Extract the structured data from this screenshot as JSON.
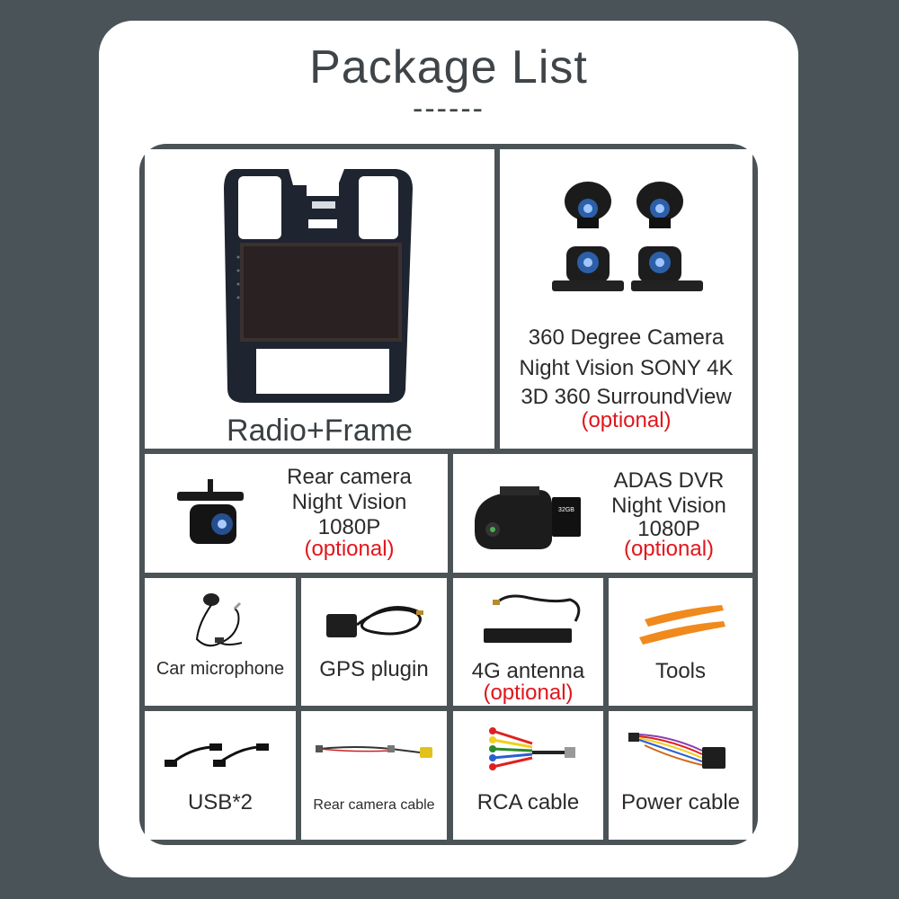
{
  "title": "Package List",
  "title_underline": "------",
  "items": {
    "radio": {
      "label": "Radio+Frame"
    },
    "camera360": {
      "line1": "360 Degree Camera",
      "line2": "Night Vision SONY 4K",
      "line3": "3D 360 SurroundView",
      "optional": "(optional)"
    },
    "rear_camera": {
      "line1": "Rear camera",
      "line2": "Night Vision",
      "line3": "1080P",
      "optional": "(optional)"
    },
    "adas_dvr": {
      "line1": "ADAS DVR",
      "line2": "Night Vision",
      "line3": "1080P",
      "optional": "(optional)",
      "sd_label": "32GB"
    },
    "microphone": {
      "label": "Car microphone"
    },
    "gps": {
      "label": "GPS plugin"
    },
    "antenna": {
      "label": "4G antenna",
      "optional": "(optional)"
    },
    "tools": {
      "label": "Tools"
    },
    "usb": {
      "label": "USB*2"
    },
    "rear_cable": {
      "label": "Rear camera cable"
    },
    "rca": {
      "label": "RCA cable"
    },
    "power": {
      "label": "Power cable"
    }
  },
  "colors": {
    "background": "#4a5358",
    "card": "#ffffff",
    "grid_frame": "#4b5357",
    "optional_text": "#e0161c",
    "tools_orange": "#f08a1d"
  }
}
